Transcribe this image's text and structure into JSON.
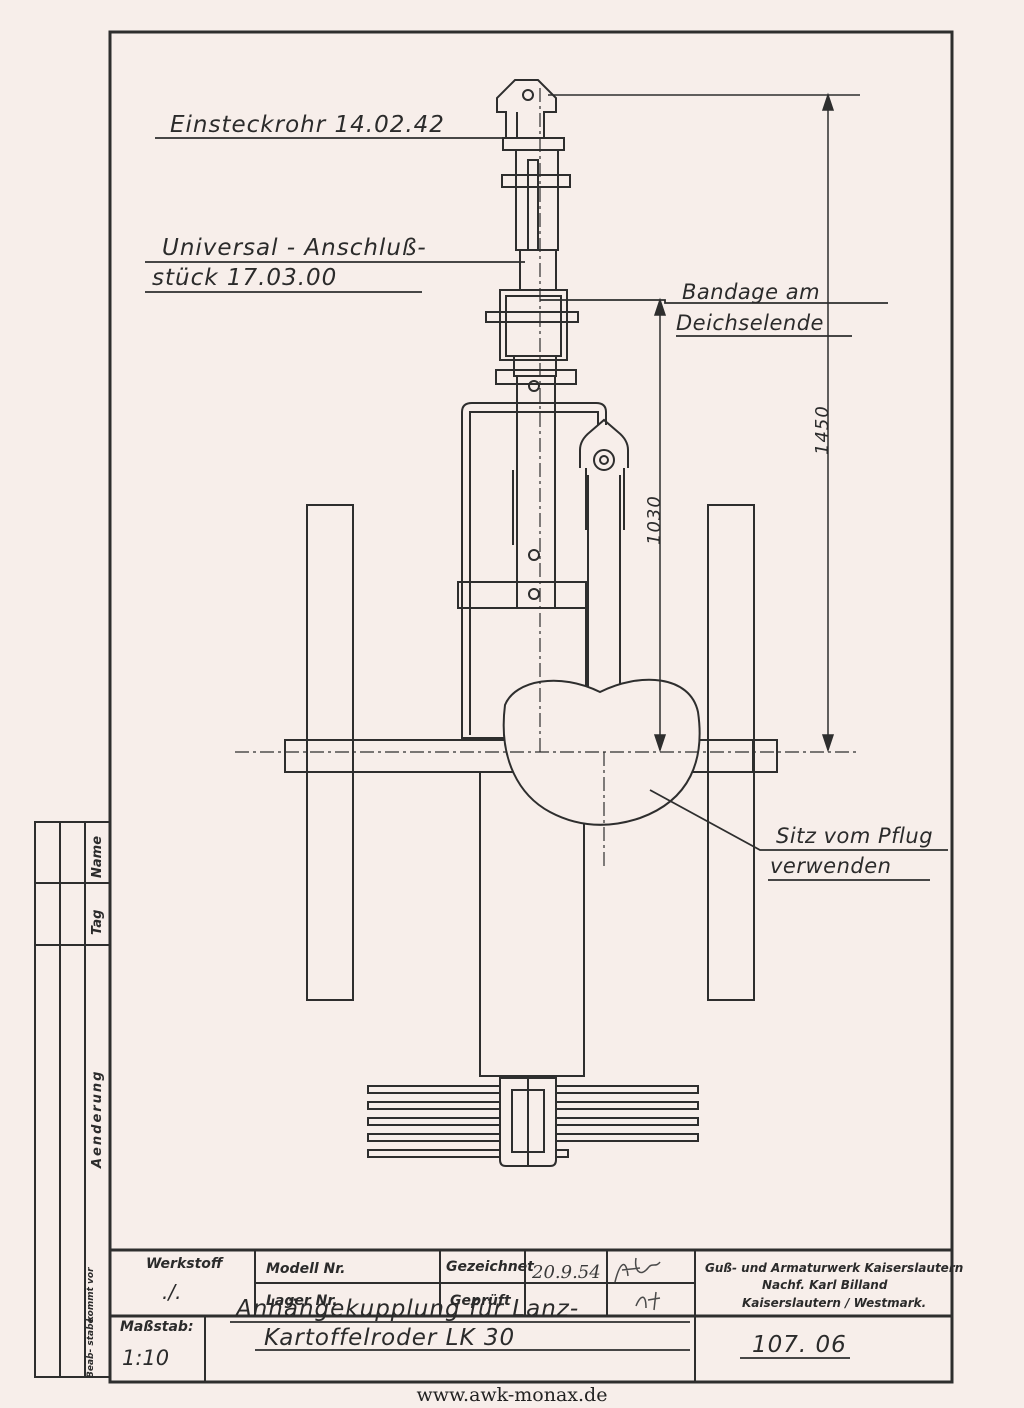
{
  "labels": {
    "einsteckrohr": "Einsteckrohr  14.02.42",
    "universal_1": "Universal - Anschluß-",
    "universal_2": "stück     17.03.00",
    "bandage_1": "Bandage am",
    "bandage_2": "Deichselende",
    "sitz_1": "Sitz vom Pflug",
    "sitz_2": "verwenden"
  },
  "dimensions": {
    "overall": "1450",
    "inner": "1030"
  },
  "revision_block": {
    "name": "Name",
    "tag": "Tag",
    "aenderung": "Aenderung",
    "kommt_vor": "kommt vor",
    "beab_stabe": "Beab- stabe"
  },
  "title_block": {
    "werkstoff_label": "Werkstoff",
    "werkstoff_value": "./.",
    "modell_label": "Modell Nr.",
    "lager_label": "Lager Nr.",
    "gezeichnet_label": "Gezeichnet",
    "gezeichnet_value": "20.9.54",
    "geprueft_label": "Geprüft",
    "company_1": "Guß- und Armaturwerk Kaiserslautern",
    "company_2": "Nachf. Karl Billand",
    "company_3": "Kaiserslautern / Westmark.",
    "massstab_label": "Maßstab:",
    "massstab_value": "1:10",
    "title_1": "Anhängekupplung   für  Lanz-",
    "title_2": "Kartoffelroder     LK 30",
    "drawing_no": "107. 06"
  },
  "website": "www.awk-monax.de"
}
